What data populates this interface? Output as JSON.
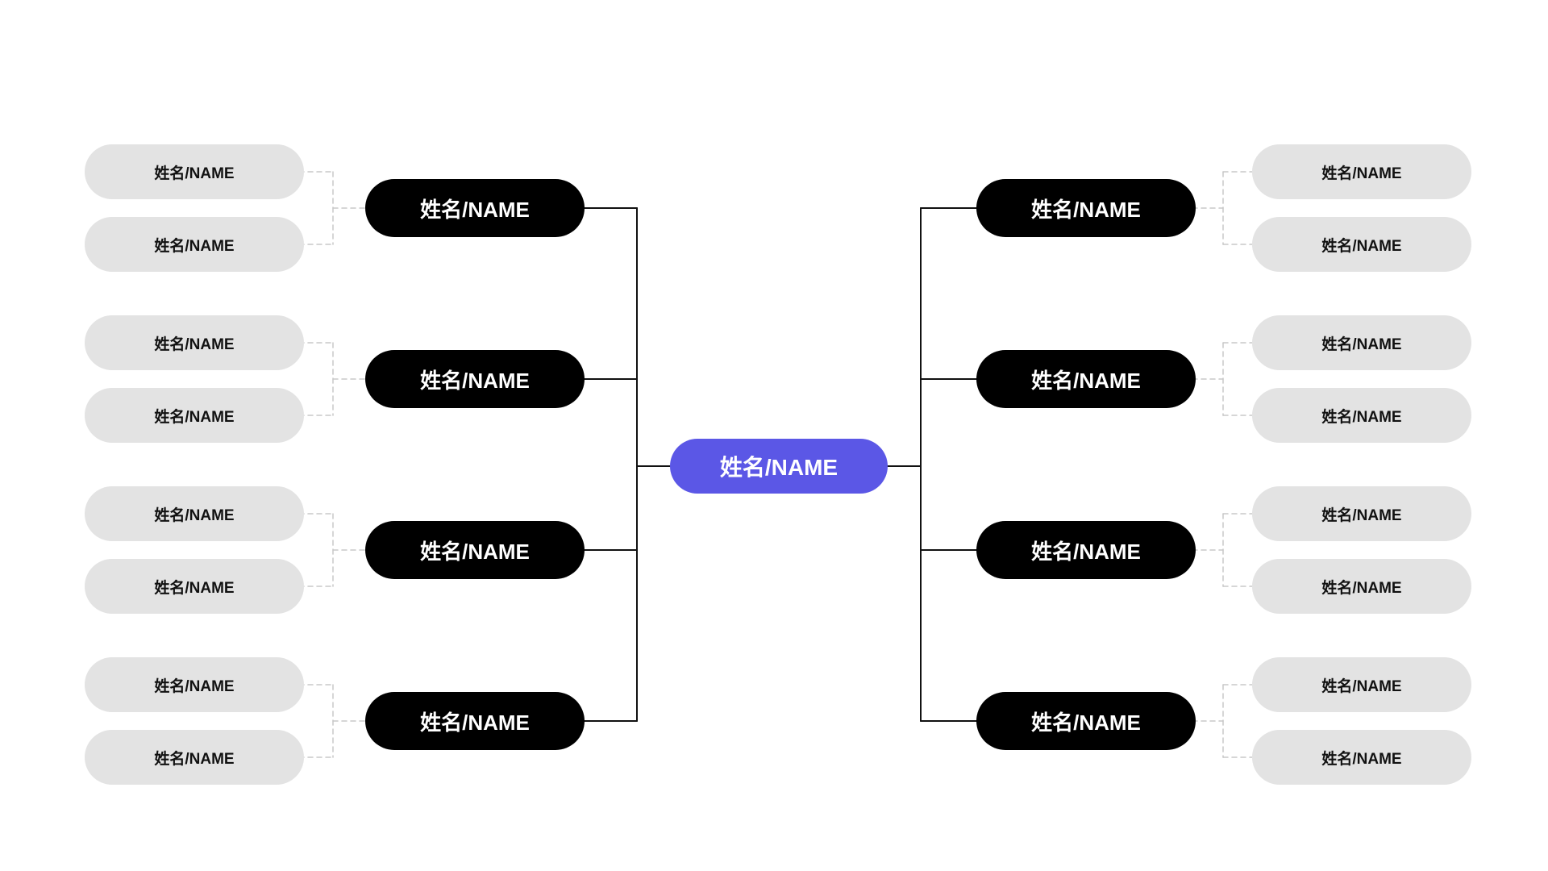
{
  "colors": {
    "root_fill": "#5B57E6",
    "branch_fill": "#000000",
    "leaf_fill": "#E3E3E3",
    "connector_solid": "#111111",
    "connector_dashed": "#C8C8C8",
    "background": "#FFFFFF"
  },
  "diagram": {
    "type": "bidirectional-mind-map",
    "root": {
      "label": "姓名/NAME"
    },
    "left_branches": [
      {
        "label": "姓名/NAME",
        "children": [
          {
            "label": "姓名/NAME"
          },
          {
            "label": "姓名/NAME"
          }
        ]
      },
      {
        "label": "姓名/NAME",
        "children": [
          {
            "label": "姓名/NAME"
          },
          {
            "label": "姓名/NAME"
          }
        ]
      },
      {
        "label": "姓名/NAME",
        "children": [
          {
            "label": "姓名/NAME"
          },
          {
            "label": "姓名/NAME"
          }
        ]
      },
      {
        "label": "姓名/NAME",
        "children": [
          {
            "label": "姓名/NAME"
          },
          {
            "label": "姓名/NAME"
          }
        ]
      }
    ],
    "right_branches": [
      {
        "label": "姓名/NAME",
        "children": [
          {
            "label": "姓名/NAME"
          },
          {
            "label": "姓名/NAME"
          }
        ]
      },
      {
        "label": "姓名/NAME",
        "children": [
          {
            "label": "姓名/NAME"
          },
          {
            "label": "姓名/NAME"
          }
        ]
      },
      {
        "label": "姓名/NAME",
        "children": [
          {
            "label": "姓名/NAME"
          },
          {
            "label": "姓名/NAME"
          }
        ]
      },
      {
        "label": "姓名/NAME",
        "children": [
          {
            "label": "姓名/NAME"
          },
          {
            "label": "姓名/NAME"
          }
        ]
      }
    ]
  }
}
